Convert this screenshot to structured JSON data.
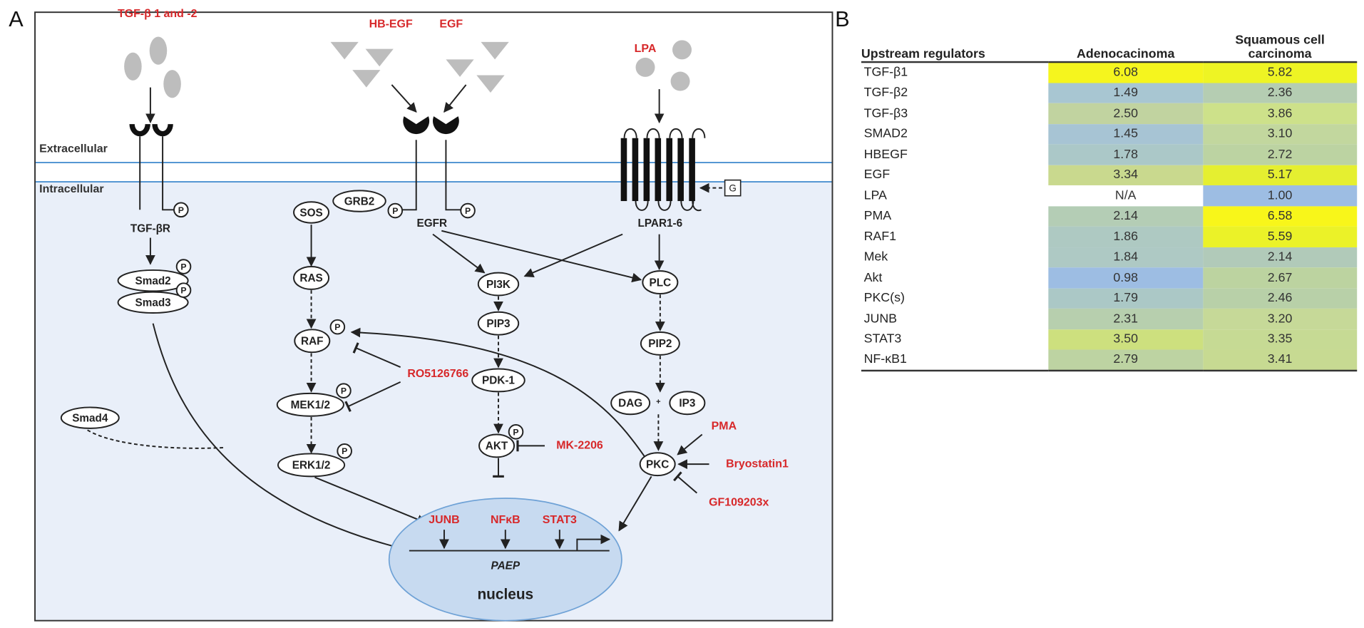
{
  "panel_a": {
    "letter": "A",
    "regions": {
      "extracellular": "Extracellular",
      "intracellular": "Intracellular"
    },
    "ligands": {
      "tgf": "TGF-β 1 and -2",
      "hbegf": "HB-EGF",
      "egf": "EGF",
      "lpa": "LPA"
    },
    "receptors": {
      "tgfbr": "TGF-βR",
      "egfr": "EGFR",
      "lpar": "LPAR1-6",
      "g_protein": "G"
    },
    "phospho": "P",
    "nodes": {
      "smad2": "Smad2",
      "smad3": "Smad3",
      "smad4": "Smad4",
      "sos": "SOS",
      "grb2": "GRB2",
      "ras": "RAS",
      "raf": "RAF",
      "mek": "MEK1/2",
      "erk": "ERK1/2",
      "pi3k": "PI3K",
      "pip3": "PIP3",
      "pdk1": "PDK-1",
      "akt": "AKT",
      "plc": "PLC",
      "pip2": "PIP2",
      "dag": "DAG",
      "plus": "+",
      "ip3": "IP3",
      "pkc": "PKC"
    },
    "drugs": {
      "ro": "RO5126766",
      "mk": "MK-2206",
      "pma": "PMA",
      "bryo": "Bryostatin1",
      "gf": "GF109203x"
    },
    "nucleus": {
      "tf1": "JUNB",
      "tf2": "NFκB",
      "tf3": "STAT3",
      "gene": "PAEP",
      "label": "nucleus"
    },
    "colors": {
      "red_label": "#d7282a",
      "membrane": "#4a90d0",
      "cytoplasm": "#e9eff9",
      "nucleus_fill": "#c7daf0",
      "ligand_grey": "#bdbdbd"
    }
  },
  "panel_b": {
    "letter": "B",
    "headers": [
      "Upstream regulators",
      "Adenocacinoma",
      "Squamous cell carcinoma"
    ],
    "header_scc_lines": [
      "Squamous cell",
      "carcinoma"
    ],
    "rows": [
      {
        "name": "TGF-β1",
        "adeno": "6.08",
        "scc": "5.82",
        "adeno_color": "#f5f51e",
        "scc_color": "#eef424"
      },
      {
        "name": "TGF-β2",
        "adeno": "1.49",
        "scc": "2.36",
        "adeno_color": "#a8c6d2",
        "scc_color": "#b5cdb2"
      },
      {
        "name": "TGF-β3",
        "adeno": "2.50",
        "scc": "3.86",
        "adeno_color": "#c1d3a0",
        "scc_color": "#cde18a"
      },
      {
        "name": "SMAD2",
        "adeno": "1.45",
        "scc": "3.10",
        "adeno_color": "#a7c4d4",
        "scc_color": "#c2d79e"
      },
      {
        "name": "HBEGF",
        "adeno": "1.78",
        "scc": "2.72",
        "adeno_color": "#abc8c8",
        "scc_color": "#bcd3a2"
      },
      {
        "name": "EGF",
        "adeno": "3.34",
        "scc": "5.17",
        "adeno_color": "#c9d98e",
        "scc_color": "#e5ef30"
      },
      {
        "name": "LPA",
        "adeno": "N/A",
        "scc": "1.00",
        "adeno_color": "#ffffff",
        "scc_color": "#9dbde3"
      },
      {
        "name": "PMA",
        "adeno": "2.14",
        "scc": "6.58",
        "adeno_color": "#b4cdb5",
        "scc_color": "#f8f61a"
      },
      {
        "name": "RAF1",
        "adeno": "1.86",
        "scc": "5.59",
        "adeno_color": "#aec9c2",
        "scc_color": "#ebf228"
      },
      {
        "name": "Mek",
        "adeno": "1.84",
        "scc": "2.14",
        "adeno_color": "#aec9c4",
        "scc_color": "#b1cab9"
      },
      {
        "name": "Akt",
        "adeno": "0.98",
        "scc": "2.67",
        "adeno_color": "#9dbde3",
        "scc_color": "#bcd3a0"
      },
      {
        "name": "PKC(s)",
        "adeno": "1.79",
        "scc": "2.46",
        "adeno_color": "#abc8c6",
        "scc_color": "#b8d0a8"
      },
      {
        "name": "JUNB",
        "adeno": "2.31",
        "scc": "3.20",
        "adeno_color": "#b7cfae",
        "scc_color": "#c6d998"
      },
      {
        "name": "STAT3",
        "adeno": "3.50",
        "scc": "3.35",
        "adeno_color": "#cde07e",
        "scc_color": "#c6da94"
      },
      {
        "name": "NF-κB1",
        "adeno": "2.79",
        "scc": "3.41",
        "adeno_color": "#bdd3a2",
        "scc_color": "#c7da92"
      }
    ]
  }
}
